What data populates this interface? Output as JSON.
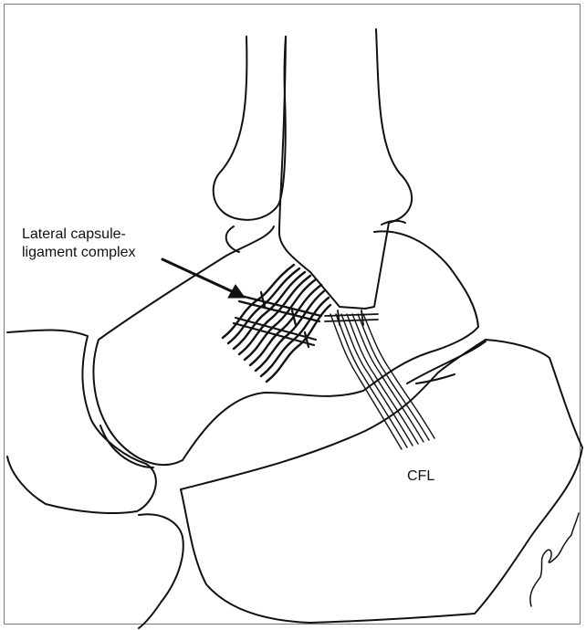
{
  "figure": {
    "labels": {
      "lateral_line1": "Lateral capsule-",
      "lateral_line2": "ligament complex",
      "cfl": "CFL"
    },
    "colors": {
      "ink": "#111111",
      "background": "#ffffff",
      "frame": "#7a7a7a"
    }
  }
}
